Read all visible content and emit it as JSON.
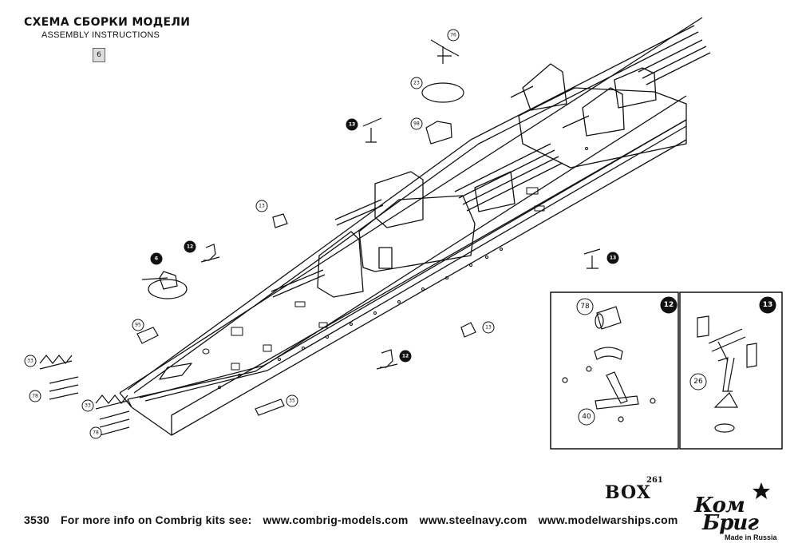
{
  "header": {
    "title_ru": "СХЕМА СБОРКИ МОДЕЛИ",
    "title_en": "ASSEMBLY INSTRUCTIONS",
    "page_marker": "6"
  },
  "callouts": {
    "c76": "76",
    "c23": "23",
    "c98": "98",
    "c13a": "13",
    "c13b": "13",
    "c13c": "13",
    "c13d": "13",
    "c12a": "12",
    "c12b": "12",
    "c6": "6",
    "c95": "95",
    "c33a": "33",
    "c33b": "33",
    "c78a": "78",
    "c78b": "78",
    "c35": "35"
  },
  "detail_12": {
    "badge": "12",
    "part_top": "78",
    "part_bottom": "40"
  },
  "detail_13": {
    "badge": "13",
    "part": "26"
  },
  "footer": {
    "kit_number": "3530",
    "info_text": "For more info on Combrig kits see:",
    "site_1": "www.combrig-models.com",
    "site_2": "www.steelnavy.com",
    "site_3": "www.modelwarships.com"
  },
  "brand": {
    "box_label": "BOX",
    "box_number": "261",
    "logo_line_1": "Ком",
    "logo_line_2": "Бриг",
    "made_in": "Made in Russia"
  }
}
